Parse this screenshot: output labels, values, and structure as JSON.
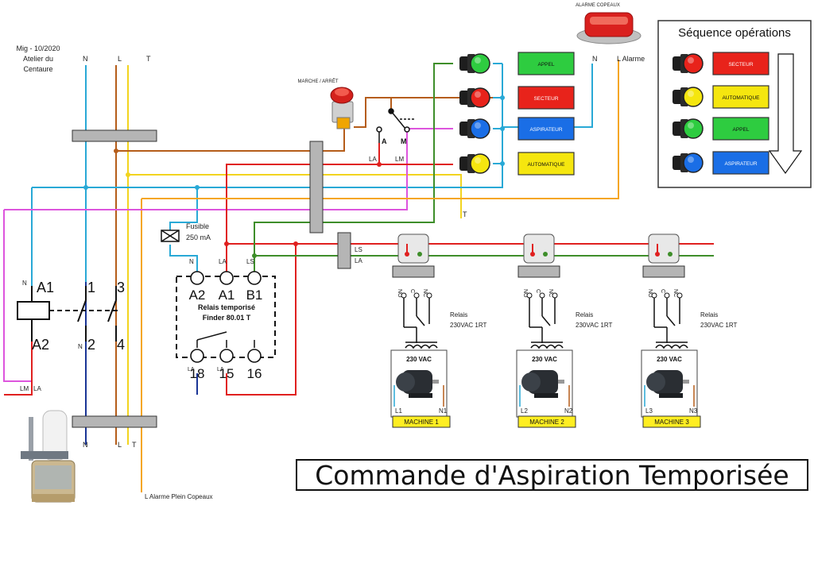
{
  "header": {
    "author": "Mig - 10/2020",
    "workshop_line1": "Atelier du",
    "workshop_line2": "Centaure"
  },
  "title": "Commande d'Aspiration Temporisée",
  "supply": {
    "n": "N",
    "l": "L",
    "t": "T",
    "l_alarme": "L Alarme",
    "t_right": "T",
    "l_alarme_plein": "L Alarme Plein Copeaux"
  },
  "alarm_label": "ALARME COPEAUX",
  "switch": {
    "title": "MARCHE / ARRÊT",
    "pos_a": "A",
    "pos_m": "M",
    "la": "LA",
    "lm": "LM"
  },
  "indicators": [
    {
      "label": "APPEL",
      "color": "#2ecc40"
    },
    {
      "label": "SECTEUR",
      "color": "#e8231b"
    },
    {
      "label": "ASPIRATEUR",
      "color": "#1a6ee6"
    },
    {
      "label": "AUTOMATIQUE",
      "color": "#f5e60f"
    }
  ],
  "sequence": {
    "title": "Séquence opérations",
    "steps": [
      {
        "label": "SECTEUR",
        "color": "#e8231b"
      },
      {
        "label": "AUTOMATIQUE",
        "color": "#f5e60f"
      },
      {
        "label": "APPEL",
        "color": "#2ecc40"
      },
      {
        "label": "ASPIRATEUR",
        "color": "#1a6ee6"
      }
    ]
  },
  "fuse": {
    "label": "Fusible",
    "rating": "250 mA"
  },
  "contactor": {
    "a1": "A1",
    "a2": "A2",
    "p1": "1",
    "p2": "2",
    "p3": "3",
    "p4": "4",
    "n1": "N",
    "n2": "N",
    "lm": "LM",
    "la": "LA"
  },
  "timer": {
    "title_line1": "Relais temporisé",
    "title_line2": "Finder 80.01 T",
    "top_terminals": [
      "A2",
      "A1",
      "B1"
    ],
    "top_wires": [
      "N",
      "LA",
      "LS"
    ],
    "bottom_terminals": [
      "18",
      "15",
      "16"
    ],
    "bottom_wires": [
      "LA",
      "LA"
    ]
  },
  "bus": {
    "ls": "LS",
    "la": "LA"
  },
  "bottom": {
    "n": "N",
    "l": "L",
    "t": "T"
  },
  "relays": [
    {
      "contacts": [
        "NO",
        "C",
        "NC"
      ],
      "label1": "Relais",
      "label2": "230VAC 1RT",
      "voltage": "230 VAC",
      "l": "L1",
      "n": "N1",
      "machine": "MACHINE 1"
    },
    {
      "contacts": [
        "NO",
        "C",
        "NC"
      ],
      "label1": "Relais",
      "label2": "230VAC 1RT",
      "voltage": "230 VAC",
      "l": "L2",
      "n": "N2",
      "machine": "MACHINE 2"
    },
    {
      "contacts": [
        "NO",
        "C",
        "NC"
      ],
      "label1": "Relais",
      "label2": "230VAC 1RT",
      "voltage": "230 VAC",
      "l": "L3",
      "n": "N3",
      "machine": "MACHINE 3"
    }
  ],
  "colors": {
    "neutral": "#29a9d6",
    "phase": "#b55d1a",
    "earth": "#f2d41f",
    "control_red": "#e0201f",
    "switch_pink": "#dd55dd",
    "ls_green": "#3e8e2a",
    "navy": "#1a3596",
    "alarm_orange": "#f5a623",
    "machine_label_bg": "#ffee22"
  }
}
